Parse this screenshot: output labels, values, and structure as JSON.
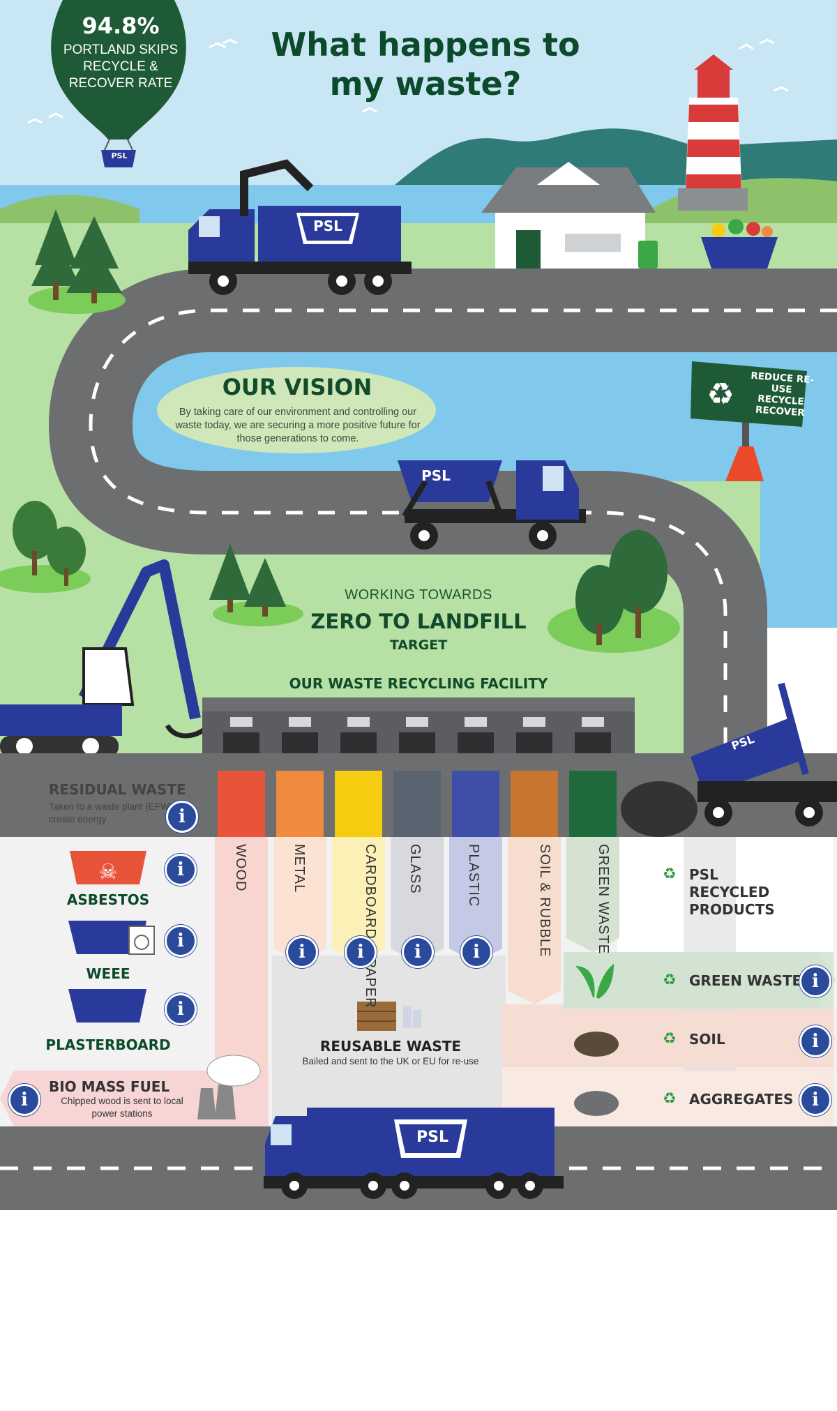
{
  "title": "What happens to my waste?",
  "balloon": {
    "percent": "94.8%",
    "label": "PORTLAND SKIPS RECYCLE & RECOVER RATE",
    "logo": "PSL"
  },
  "vision": {
    "heading": "OUR VISION",
    "text": "By taking care of our environment and controlling our waste today, we are securing a more positive future for those generations to come."
  },
  "sign": {
    "text": "REDUCE RE-USE RECYCLE RECOVER",
    "icon": "recycle-icon"
  },
  "target": {
    "line1": "WORKING TOWARDS",
    "line2": "ZERO TO LANDFILL",
    "line3": "TARGET"
  },
  "facility_title": "OUR WASTE RECYCLING FACILITY",
  "truck_logo": "PSL",
  "residual": {
    "heading": "RESIDUAL WASTE",
    "text": "Taken to a waste plant (EFW) to create energy"
  },
  "streams": [
    {
      "label": "WOOD",
      "color": "#e8543a"
    },
    {
      "label": "METAL",
      "color": "#f08a3f"
    },
    {
      "label": "CARDBOARD & PAPER",
      "color": "#f5cc10"
    },
    {
      "label": "GLASS",
      "color": "#5a6470"
    },
    {
      "label": "PLASTIC",
      "color": "#3f4fa8"
    },
    {
      "label": "SOIL & RUBBLE",
      "color": "#c87532"
    },
    {
      "label": "GREEN WASTE",
      "color": "#1f6a3a"
    }
  ],
  "hazard": [
    {
      "label": "ASBESTOS",
      "icon": "skull-icon"
    },
    {
      "label": "WEEE",
      "icon": "washing-machine-icon"
    },
    {
      "label": "PLASTERBOARD",
      "icon": "skip-icon"
    }
  ],
  "products": {
    "heading": "PSL RECYCLED PRODUCTS",
    "items": [
      {
        "label": "GREEN WASTE",
        "icon": "leaf-icon"
      },
      {
        "label": "SOIL",
        "icon": "soil-icon"
      },
      {
        "label": "AGGREGATES",
        "icon": "stones-icon"
      }
    ]
  },
  "reusable": {
    "heading": "REUSABLE WASTE",
    "text": "Bailed and sent to the UK or EU for re-use"
  },
  "biomass": {
    "heading": "BIO MASS FUEL",
    "text": "Chipped wood is sent to local power stations"
  },
  "info_symbol": "i",
  "colors": {
    "dark_green": "#0b4a2a",
    "road": "#6d6e70",
    "sky": "#c9e6f5",
    "water": "#80c8ec",
    "grass": "#b6e0a4",
    "truck_blue": "#2a3a9a",
    "info_blue": "#2a4a9c"
  }
}
